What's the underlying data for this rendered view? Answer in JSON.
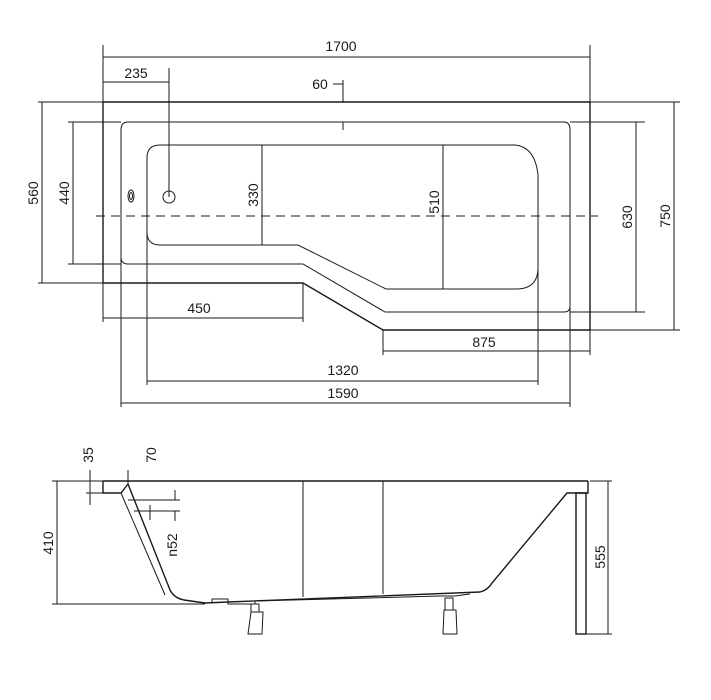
{
  "top_view": {
    "dims": {
      "overall_length": "1700",
      "tap_offset": "235",
      "rim_width": "60",
      "width_narrow_outer": "560",
      "width_narrow_inner": "440",
      "basin_narrow_width": "330",
      "basin_wide_width": "510",
      "width_wide_inner": "630",
      "width_wide_outer": "750",
      "narrow_section_length": "450",
      "wide_section_length": "875",
      "basin_length": "1320",
      "inner_length": "1590"
    }
  },
  "side_view": {
    "dims": {
      "rim_thickness": "35",
      "rim_overhang": "70",
      "overflow_label": "n52",
      "tub_depth": "410",
      "total_height": "555"
    }
  }
}
